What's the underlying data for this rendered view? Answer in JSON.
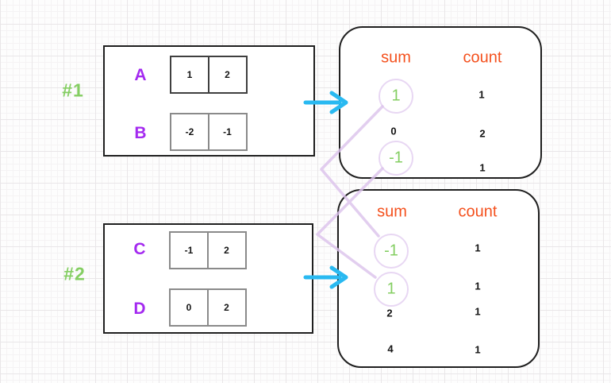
{
  "examples": [
    {
      "id": "#1",
      "arrays": [
        {
          "name": "A",
          "cells": [
            "1",
            "2"
          ]
        },
        {
          "name": "B",
          "cells": [
            "-2",
            "-1"
          ]
        }
      ],
      "table": {
        "sum_header": "sum",
        "count_header": "count",
        "rows": [
          {
            "sum": "1",
            "count": "1",
            "circled": true
          },
          {
            "sum": "0",
            "count": "2",
            "circled": false
          },
          {
            "sum": "-1",
            "count": "1",
            "circled": true
          }
        ]
      }
    },
    {
      "id": "#2",
      "arrays": [
        {
          "name": "C",
          "cells": [
            "-1",
            "2"
          ]
        },
        {
          "name": "D",
          "cells": [
            "0",
            "2"
          ]
        }
      ],
      "table": {
        "sum_header": "sum",
        "count_header": "count",
        "rows": [
          {
            "sum": "-1",
            "count": "1",
            "circled": true
          },
          {
            "sum": "1",
            "count": "1",
            "circled": true
          },
          {
            "sum": "2",
            "count": "1",
            "circled": false
          },
          {
            "sum": "4",
            "count": "1",
            "circled": false
          }
        ]
      }
    }
  ],
  "connections": [
    {
      "from": "example-1 sum 1",
      "to": "example-2 sum -1"
    },
    {
      "from": "example-1 sum -1",
      "to": "example-2 sum 1"
    }
  ],
  "colors": {
    "accent_green": "#84ce62",
    "accent_purple": "#a42af0",
    "accent_orange": "#f4511e",
    "arrow_cyan": "#29b9f1",
    "connector_lavender": "#dcc2ec",
    "circle_stroke": "#e8d7f3"
  }
}
